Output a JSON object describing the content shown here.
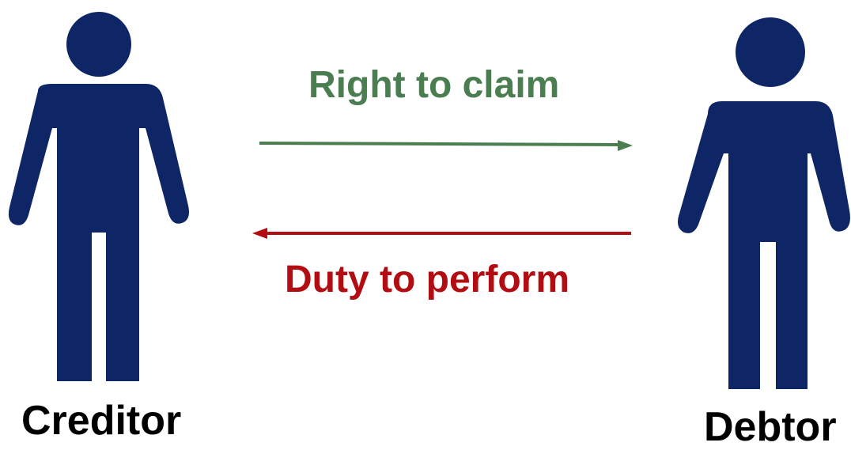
{
  "parties": {
    "creditor": {
      "label": "Creditor",
      "icon": "person-icon"
    },
    "debtor": {
      "label": "Debtor",
      "icon": "person-icon"
    }
  },
  "relations": {
    "right": {
      "label": "Right to claim",
      "color": "#4a7d50",
      "direction": "creditor-to-debtor"
    },
    "duty": {
      "label": "Duty to perform",
      "color": "#b20d12",
      "direction": "debtor-to-creditor"
    }
  },
  "colors": {
    "figure": "#0e2566",
    "text": "#000000",
    "background": "#ffffff"
  }
}
